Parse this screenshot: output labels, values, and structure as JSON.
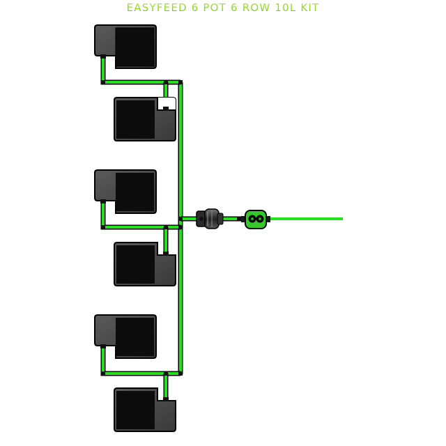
{
  "title": "EASYFEED 6 POT 6 ROW 10L KIT",
  "colors": {
    "pipe": "#22e21a",
    "pipe_dark": "#0f8f0c",
    "pot_body": "#4a4a4a",
    "pot_insert": "#0c0c0c",
    "outline": "#000000",
    "valve_green": "#36c82a"
  },
  "pots": [
    {
      "id": 1,
      "orientation": "left"
    },
    {
      "id": 2,
      "orientation": "right"
    },
    {
      "id": 3,
      "orientation": "left"
    },
    {
      "id": 4,
      "orientation": "right"
    },
    {
      "id": 5,
      "orientation": "left"
    },
    {
      "id": 6,
      "orientation": "right"
    }
  ],
  "components": [
    "filter-connector",
    "shut-off-valve",
    "inlet-pipe"
  ]
}
